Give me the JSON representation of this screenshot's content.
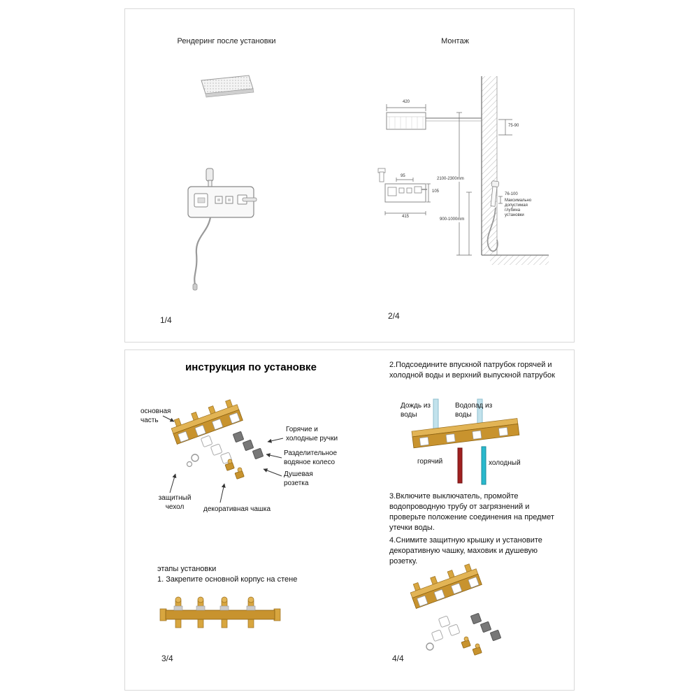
{
  "page1": {
    "title": "Рендеринг после установки",
    "page_num": "1/4"
  },
  "page2": {
    "title": "Монтаж",
    "page_num": "2/4",
    "dims": {
      "head_width": "420",
      "arm_drop": "75-90",
      "valve_top": "95",
      "valve_side": "105",
      "plate_width": "415",
      "height_total": "2100-2300mm",
      "height_valve": "900-1000mm",
      "depth": "76-100",
      "depth_note": "Максимально\nдопустимая\nглубина\nустановки"
    }
  },
  "page3": {
    "title": "инструкция по установке",
    "labels": {
      "main_part": "основная\nчасть",
      "handles": "Горячие и\nхолодные ручки",
      "divider_wheel": "Разделительное\nводяное колесо",
      "shower_outlet": "Душевая\nрозетка",
      "protective_cover": "защитный\nчехол",
      "decorative_cup": "декоративная чашка"
    },
    "steps_title": "этапы установки",
    "step1": "1. Закрепите основной корпус на стене",
    "page_num": "3/4"
  },
  "page4": {
    "step2": "2.Подсоедините впускной патрубок горячей и холодной воды и верхний выпускной патрубок",
    "pipe_labels": {
      "rain": "Дождь из\nводы",
      "waterfall": "Водопад из\nводы",
      "hot": "горячий",
      "cold": "холодный"
    },
    "step3": "3.Включите выключатель, промойте водопроводную трубу от загрязнений и проверьте положение соединения на предмет утечки воды.",
    "step4": "4.Снимите защитную крышку и установите декоративную чашку, маховик и душевую розетку.",
    "page_num": "4/4"
  },
  "colors": {
    "brass": "#c8932e",
    "brass_light": "#e2b455",
    "hot_pipe": "#a02020",
    "cold_pipe": "#29b9cd",
    "inlet_pipe": "#c2e2ec"
  }
}
